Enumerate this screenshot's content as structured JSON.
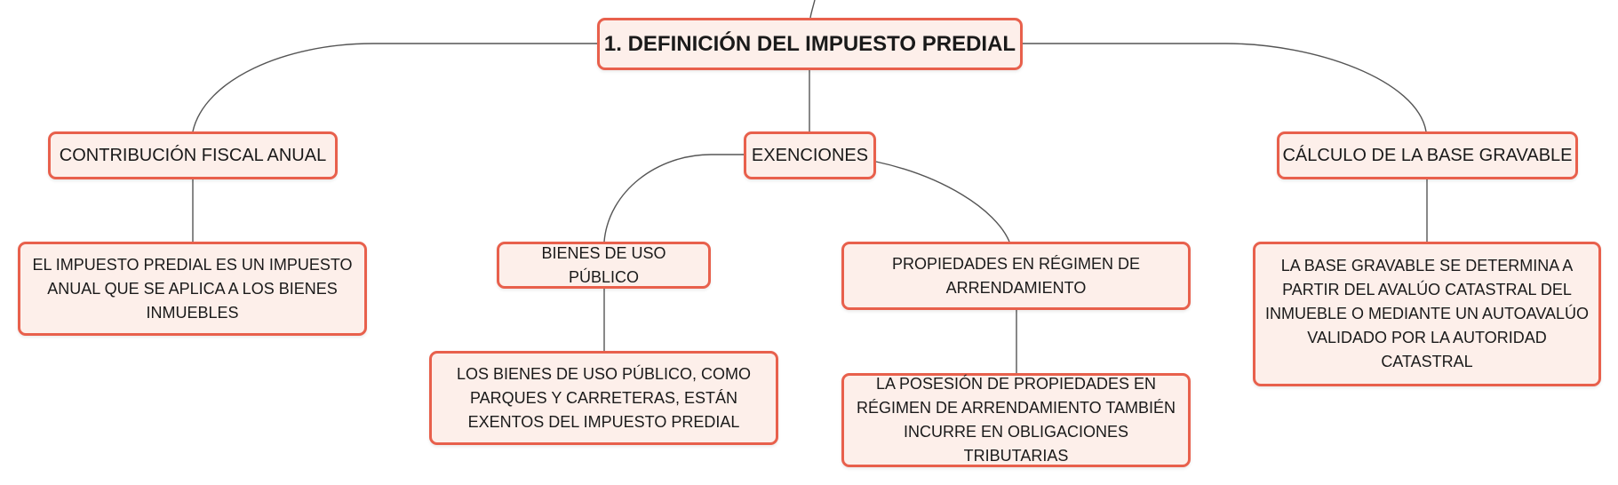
{
  "diagram": {
    "root": {
      "text": "1. DEFINICIÓN DEL IMPUESTO PREDIAL"
    },
    "branches": [
      {
        "text": "CONTRIBUCIÓN FISCAL ANUAL",
        "children": [
          {
            "text": "EL IMPUESTO PREDIAL ES UN IMPUESTO ANUAL QUE SE APLICA A LOS BIENES INMUEBLES"
          }
        ]
      },
      {
        "text": "EXENCIONES",
        "children": [
          {
            "text": "BIENES DE USO PÚBLICO",
            "children": [
              {
                "text": "LOS BIENES DE USO PÚBLICO, COMO PARQUES Y CARRETERAS, ESTÁN EXENTOS DEL IMPUESTO PREDIAL"
              }
            ]
          },
          {
            "text": "PROPIEDADES EN RÉGIMEN DE ARRENDAMIENTO",
            "children": [
              {
                "text": "LA POSESIÓN DE PROPIEDADES EN RÉGIMEN DE ARRENDAMIENTO TAMBIÉN INCURRE EN OBLIGACIONES TRIBUTARIAS"
              }
            ]
          }
        ]
      },
      {
        "text": "CÁLCULO DE LA BASE GRAVABLE",
        "children": [
          {
            "text": "LA BASE GRAVABLE SE DETERMINA A PARTIR DEL AVALÚO CATASTRAL DEL INMUEBLE O MEDIANTE UN AUTOAVALÚO VALIDADO POR LA AUTORIDAD CATASTRAL"
          }
        ]
      }
    ],
    "colors": {
      "node_border": "#e8604c",
      "node_fill": "#fdefea",
      "connector": "#555555"
    }
  }
}
